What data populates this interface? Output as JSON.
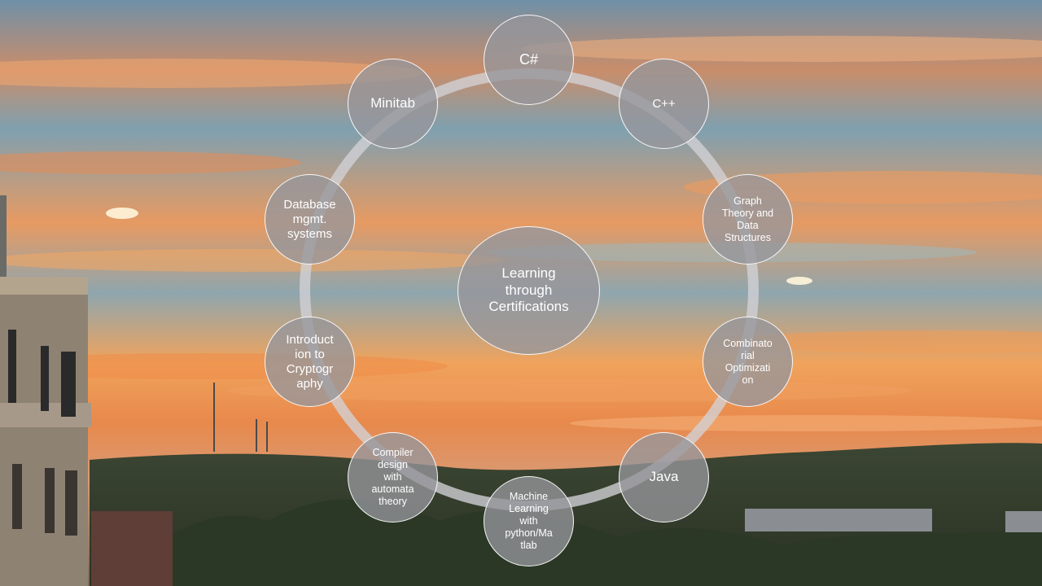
{
  "diagram": {
    "center": {
      "label": "Learning\nthrough\nCertifications"
    },
    "nodes": [
      {
        "label": "C#"
      },
      {
        "label": "C++"
      },
      {
        "label": "Graph\nTheory and\nData\nStructures"
      },
      {
        "label": "Combinato\nrial\nOptimizati\non"
      },
      {
        "label": "Java"
      },
      {
        "label": "Machine\nLearning\nwith\npython/Ma\ntlab"
      },
      {
        "label": "Compiler\ndesign\nwith\nautomata\ntheory"
      },
      {
        "label": "Introduct\nion to\nCryptogr\naphy"
      },
      {
        "label": "Database\nmgmt.\nsystems"
      },
      {
        "label": "Minitab"
      }
    ]
  },
  "background": {
    "sky_colors": [
      "#7fa3b6",
      "#e8955a",
      "#f0a560",
      "#8fa7b0"
    ],
    "hill_color": "#3a4530",
    "tree_color": "#2c3a26"
  }
}
